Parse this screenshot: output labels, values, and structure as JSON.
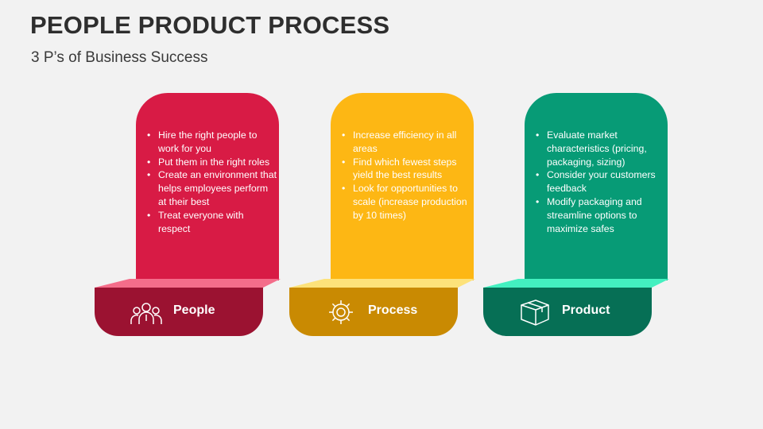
{
  "title": "PEOPLE PRODUCT PROCESS",
  "subtitle": "3 P’s of Business Success",
  "colors": {
    "people": "#d81b45",
    "people_dark": "#9b1231",
    "people_fold": "#f46d8a",
    "process": "#fdb714",
    "process_dark": "#c98a02",
    "process_fold": "#fde27a",
    "product": "#079b76",
    "product_dark": "#066f55",
    "product_fold": "#43f0c0"
  },
  "cards": [
    {
      "label": "People",
      "icon": "people-icon",
      "bullets": [
        "Hire the right people to work for you",
        "Put them in the right roles",
        "Create an environment that helps employees perform at their best",
        "Treat everyone with respect"
      ]
    },
    {
      "label": "Process",
      "icon": "gear-icon",
      "bullets": [
        "Increase efficiency in all areas",
        "Find which fewest steps yield the best results",
        "Look for opportunities to scale (increase production by 10 times)"
      ]
    },
    {
      "label": "Product",
      "icon": "box-icon",
      "bullets": [
        "Evaluate market characteristics (pricing, packaging, sizing)",
        "Consider your customers feedback",
        "Modify packaging and streamline options to maximize safes"
      ]
    }
  ]
}
